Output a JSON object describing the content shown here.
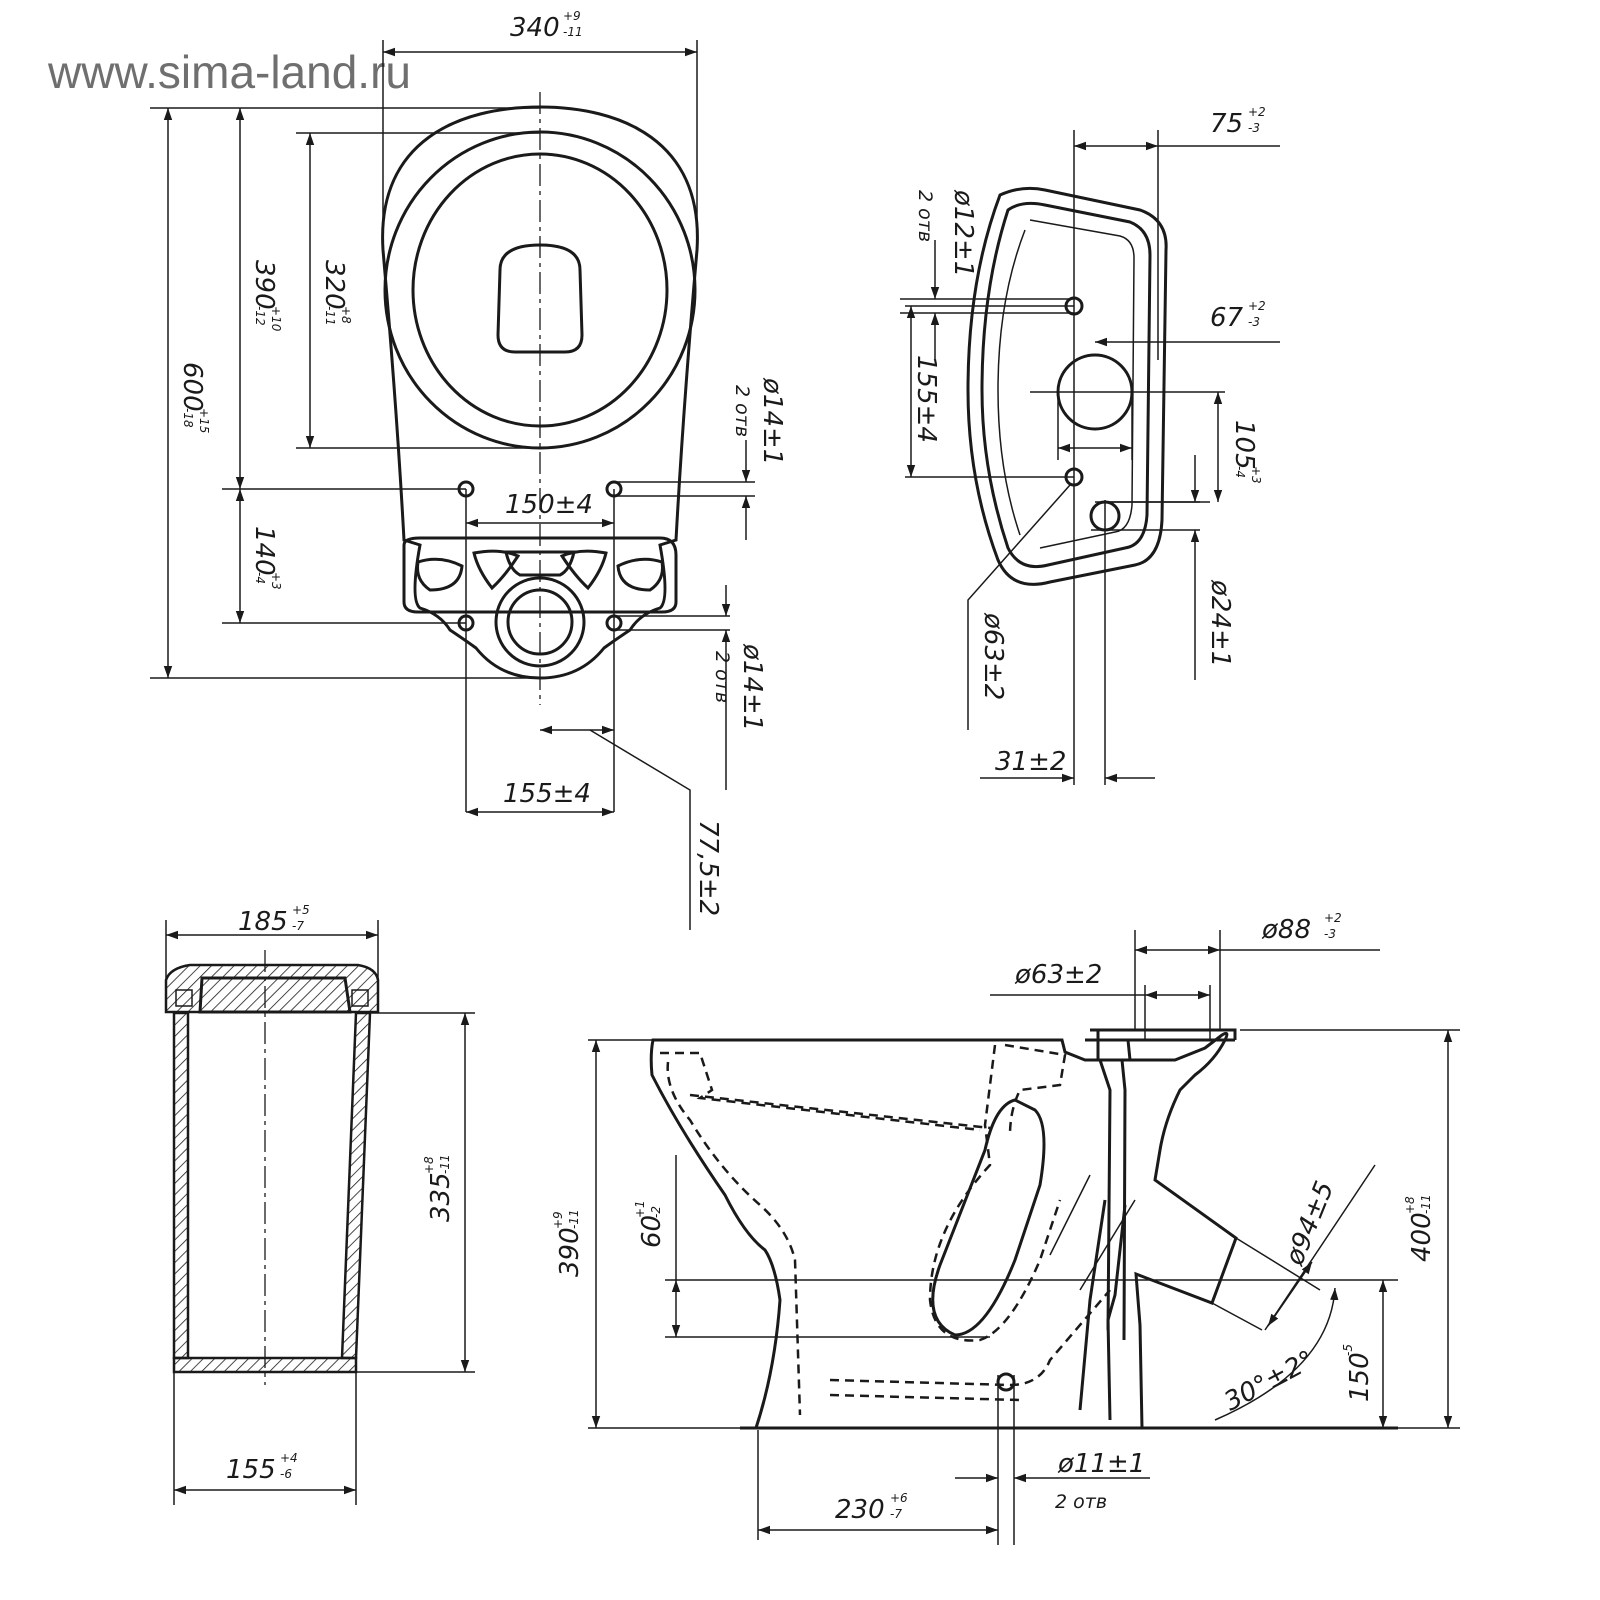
{
  "watermark": "www.sima-land.ru",
  "top_view": {
    "d340": "340",
    "d340_up": "+9",
    "d340_lo": "-11",
    "d600": "600",
    "d600_up": "+15",
    "d600_lo": "-18",
    "d390": "390",
    "d390_up": "+10",
    "d390_lo": "-12",
    "d320": "320",
    "d320_up": "+8",
    "d320_lo": "-11",
    "d140": "140",
    "d140_up": "+3",
    "d140_lo": "-4",
    "d150": "150±4",
    "d155": "155±4",
    "d775": "77,5±2",
    "hole_top": "ø14±1",
    "hole_top_note": "2 отв",
    "hole_bot": "ø14±1",
    "hole_bot_note": "2 отв"
  },
  "tank_top_view": {
    "d75": "75",
    "d75_up": "+2",
    "d75_lo": "-3",
    "d67": "67",
    "d67_up": "+2",
    "d67_lo": "-3",
    "d12": "ø12±1",
    "d12_note": "2 отв",
    "d155": "155±4",
    "d105": "105",
    "d105_up": "+3",
    "d105_lo": "-4",
    "d24": "ø24±1",
    "d63": "ø63±2",
    "d31": "31±2"
  },
  "tank_section": {
    "d185": "185",
    "d185_up": "+5",
    "d185_lo": "-7",
    "d335": "335",
    "d335_up": "+8",
    "d335_lo": "-11",
    "d155": "155",
    "d155_up": "+4",
    "d155_lo": "-6"
  },
  "side_view": {
    "d88": "ø88",
    "d88_up": "+2",
    "d88_lo": "-3",
    "d63": "ø63±2",
    "d390": "390",
    "d390_up": "+9",
    "d390_lo": "-11",
    "d60": "60",
    "d60_up": "+1",
    "d60_lo": "-2",
    "d400": "400",
    "d400_up": "+8",
    "d400_lo": "-11",
    "d94": "ø94±5",
    "d150": "150",
    "d150_lo": "-5",
    "angle": "30°±2°",
    "d230": "230",
    "d230_up": "+6",
    "d230_lo": "-7",
    "d11": "ø11±1",
    "d11_note": "2 отв"
  }
}
